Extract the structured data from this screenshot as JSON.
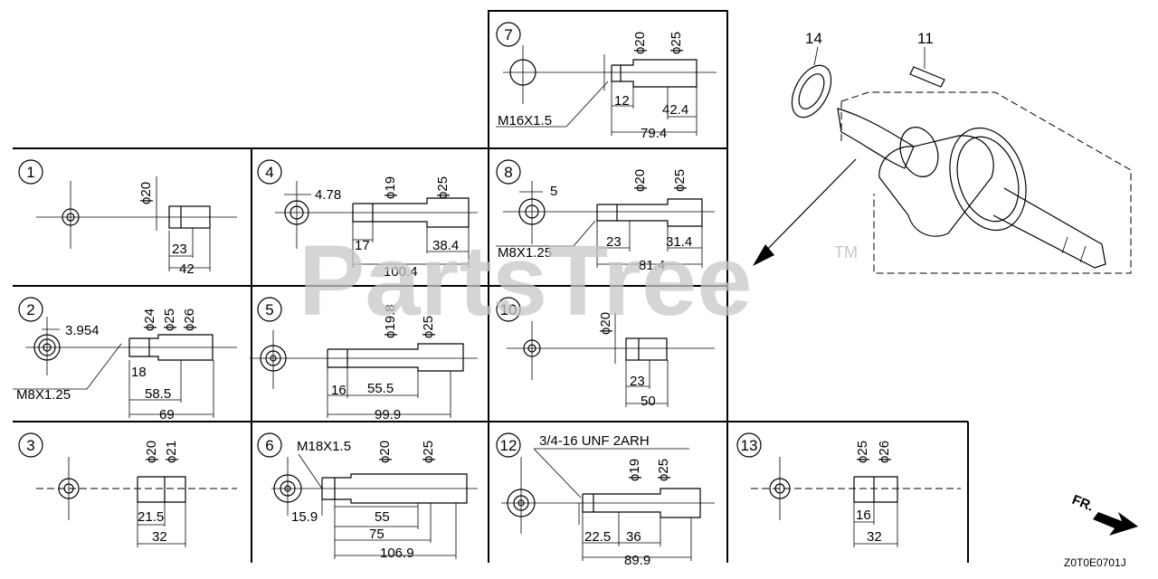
{
  "watermark": "PartsTree",
  "watermark_tm": "TM",
  "diagram_code": "Z0T0E0701J",
  "direction_label": "FR.",
  "callouts": {
    "washer": "14",
    "key": "11"
  },
  "panels": [
    {
      "id": "p1",
      "number": "1",
      "labels": [
        "ϕ20",
        "23",
        "42"
      ]
    },
    {
      "id": "p2",
      "number": "2",
      "labels": [
        "3.954",
        "ϕ24",
        "ϕ25",
        "ϕ26",
        "18",
        "M8X1.25",
        "58.5",
        "69"
      ]
    },
    {
      "id": "p3",
      "number": "3",
      "labels": [
        "ϕ20",
        "ϕ21",
        "21.5",
        "32"
      ]
    },
    {
      "id": "p4",
      "number": "4",
      "labels": [
        "4.78",
        "ϕ19",
        "ϕ25",
        "17",
        "38.4",
        "100.4"
      ]
    },
    {
      "id": "p5",
      "number": "5",
      "labels": [
        "ϕ19.8",
        "ϕ25",
        "16",
        "55.5",
        "99.9"
      ]
    },
    {
      "id": "p6",
      "number": "6",
      "labels": [
        "M18X1.5",
        "ϕ20",
        "ϕ25",
        "15.9",
        "55",
        "75",
        "106.9"
      ]
    },
    {
      "id": "p7",
      "number": "7",
      "labels": [
        "ϕ20",
        "ϕ25",
        "12",
        "42.4",
        "M16X1.5",
        "79.4"
      ]
    },
    {
      "id": "p8",
      "number": "8",
      "labels": [
        "5",
        "ϕ20",
        "ϕ25",
        "23",
        "31.4",
        "M8X1.25",
        "81.4"
      ]
    },
    {
      "id": "p10",
      "number": "10",
      "labels": [
        "ϕ20",
        "23",
        "50"
      ]
    },
    {
      "id": "p12",
      "number": "12",
      "labels": [
        "3/4-16 UNF 2ARH",
        "ϕ19",
        "ϕ25",
        "22.5",
        "36",
        "89.9"
      ]
    },
    {
      "id": "p13",
      "number": "13",
      "labels": [
        "ϕ25",
        "ϕ26",
        "16",
        "32"
      ]
    }
  ]
}
